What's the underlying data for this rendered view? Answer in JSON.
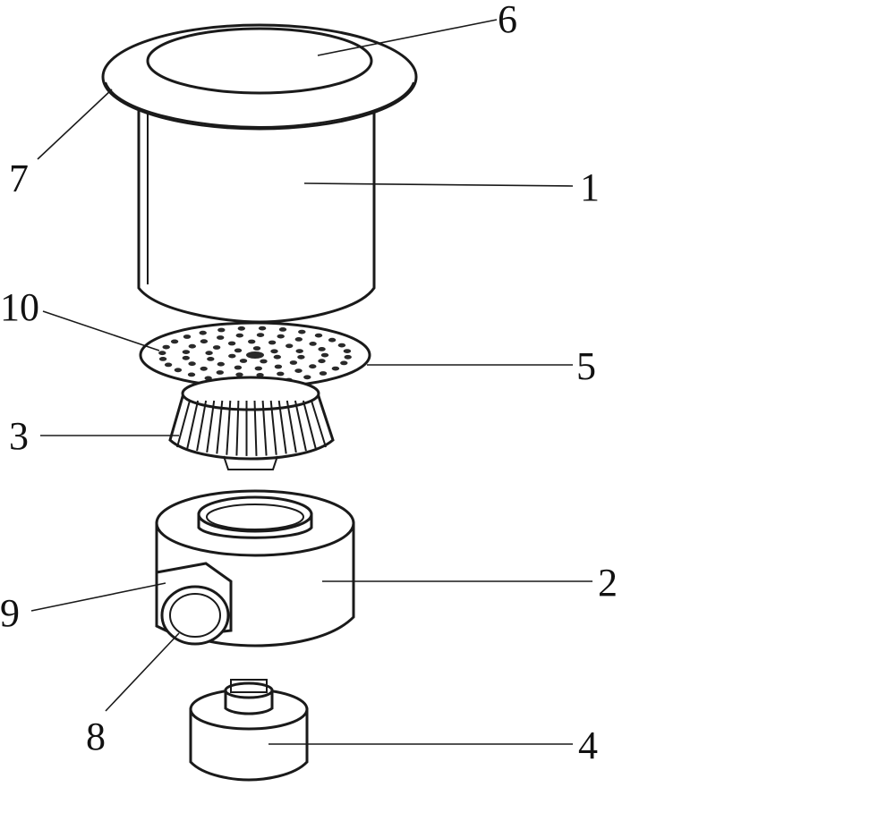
{
  "labels": {
    "l1": "1",
    "l2": "2",
    "l3": "3",
    "l4": "4",
    "l5": "5",
    "l6": "6",
    "l7": "7",
    "l8": "8",
    "l9": "9",
    "l10": "10"
  },
  "colors": {
    "line": "#1a1a1a",
    "background": "#ffffff"
  }
}
